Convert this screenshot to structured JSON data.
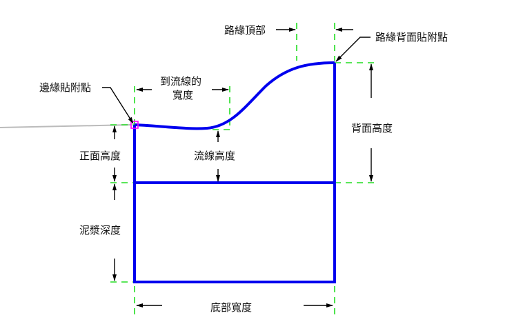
{
  "labels": {
    "edge_attach_point": "邊緣貼附點",
    "width_to_flowline_1": "到流線的",
    "width_to_flowline_2": "寬度",
    "curb_top": "路緣頂部",
    "curb_back_attach_point": "路緣背面貼附點",
    "back_height": "背面高度",
    "front_height": "正面高度",
    "flowline_height": "流線高度",
    "slurry_depth": "泥漿深度",
    "bottom_width": "底部寬度"
  },
  "colors": {
    "profile": "#0000ee",
    "guides": "#22dd22",
    "attach_marker": "#ff00ff",
    "existing_surface": "#bbbbbb"
  }
}
